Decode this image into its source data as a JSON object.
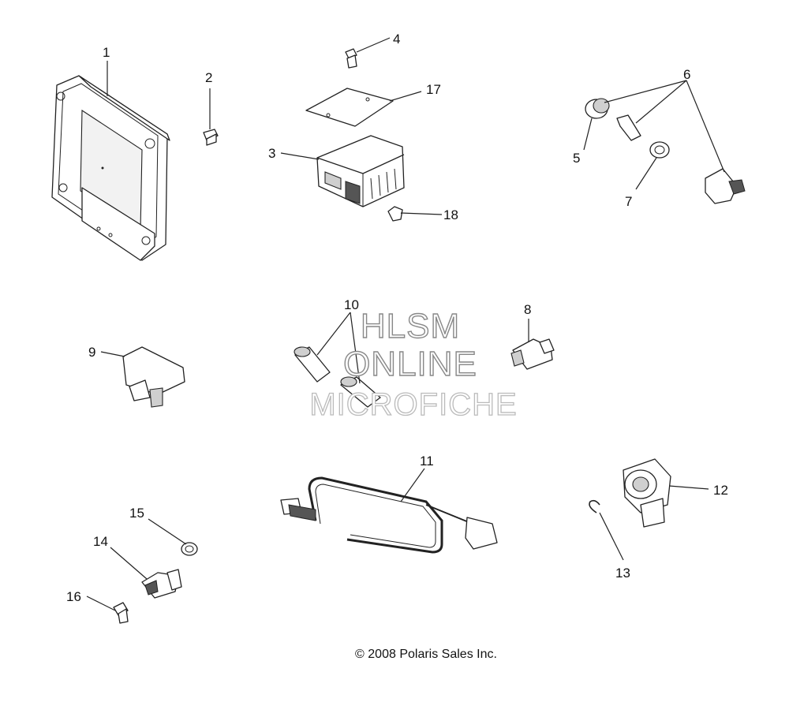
{
  "callouts": [
    "1",
    "2",
    "3",
    "4",
    "5",
    "6",
    "7",
    "8",
    "9",
    "10",
    "11",
    "12",
    "13",
    "14",
    "15",
    "16",
    "17",
    "18"
  ],
  "watermark": {
    "line1": "HLSM",
    "line2": "ONLINE",
    "line3": "MICROFICHE"
  },
  "copyright": "© 2008 Polaris Sales Inc."
}
